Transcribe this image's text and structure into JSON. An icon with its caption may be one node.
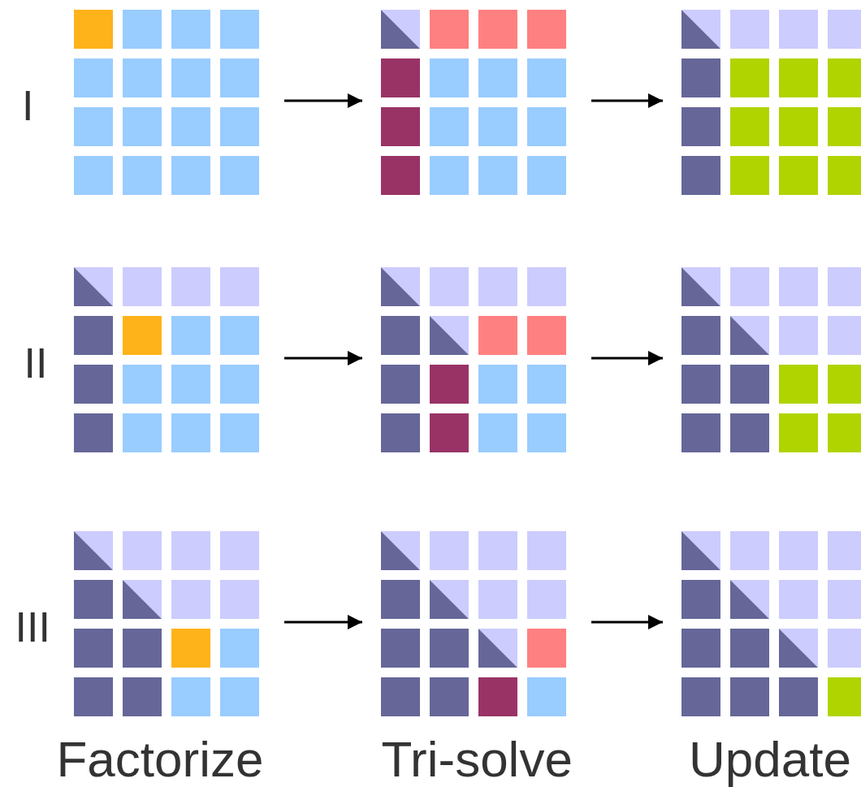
{
  "diagram": {
    "nodes": [
      {
        "text": [],
        "shape": "picture"
      },
      {
        "text": [],
        "shape": "picture"
      },
      {
        "text": [],
        "shape": "picture"
      },
      {
        "text": [],
        "shape": "picture"
      },
      {
        "text": [],
        "shape": "picture"
      },
      {
        "text": [],
        "shape": "picture"
      },
      {
        "text": [],
        "shape": "picture"
      },
      {
        "text": [],
        "shape": "picture"
      },
      {
        "text": [],
        "shape": "picture"
      }
    ],
    "edges": [
      {
        "from": 0,
        "to": 1,
        "arrow": "to"
      },
      {
        "from": 1,
        "to": 2,
        "arrow": "to"
      },
      {
        "from": 3,
        "to": 4,
        "arrow": "to"
      },
      {
        "from": 4,
        "to": 5,
        "arrow": "to"
      },
      {
        "from": 6,
        "to": 7,
        "arrow": "to"
      },
      {
        "from": 7,
        "to": 8,
        "arrow": "to"
      }
    ],
    "labels": [
      "I",
      "II",
      "III",
      "Factorize",
      "Tri-solve",
      "Update"
    ]
  }
}
